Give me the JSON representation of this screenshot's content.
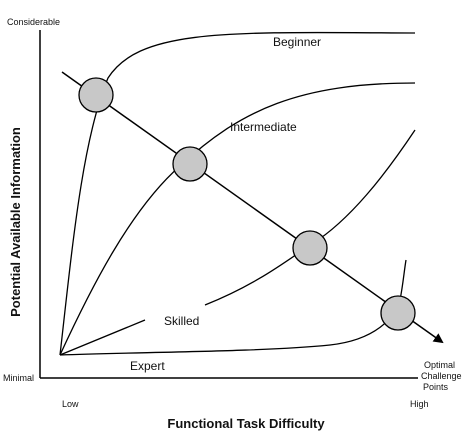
{
  "y_axis": {
    "top_label": "Considerable",
    "bottom_label": "Minimal",
    "title": "Potential Available Information"
  },
  "x_axis": {
    "left_label": "Low",
    "right_label": "High",
    "title": "Functional Task Difficulty"
  },
  "curves": {
    "beginner": "Beginner",
    "intermediate": "Intermediate",
    "skilled": "Skilled",
    "expert": "Expert"
  },
  "arrow": {
    "label_line1": "Optimal",
    "label_line2": "Challenge",
    "label_line3": "Points"
  },
  "colors": {
    "line": "#000000",
    "point_fill": "#c8c8c8"
  }
}
